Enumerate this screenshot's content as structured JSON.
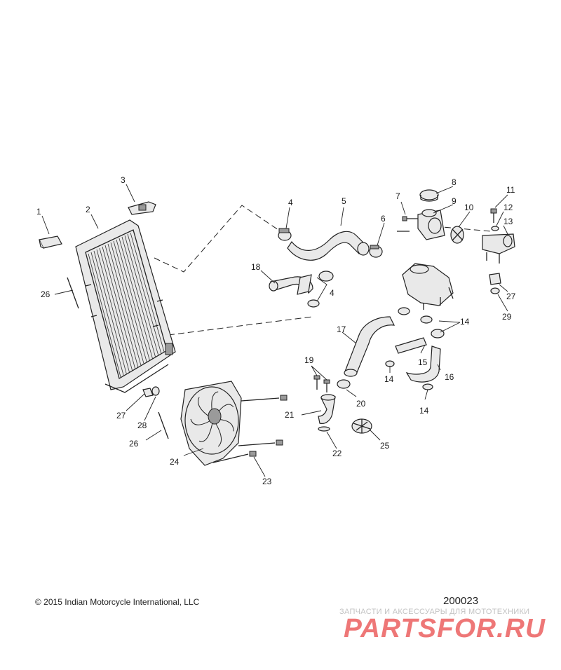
{
  "diagram": {
    "callouts": [
      {
        "id": "c1",
        "label": "1"
      },
      {
        "id": "c2",
        "label": "2"
      },
      {
        "id": "c3",
        "label": "3"
      },
      {
        "id": "c4a",
        "label": "4"
      },
      {
        "id": "c4b",
        "label": "4"
      },
      {
        "id": "c5",
        "label": "5"
      },
      {
        "id": "c6",
        "label": "6"
      },
      {
        "id": "c7",
        "label": "7"
      },
      {
        "id": "c8",
        "label": "8"
      },
      {
        "id": "c9",
        "label": "9"
      },
      {
        "id": "c10",
        "label": "10"
      },
      {
        "id": "c11",
        "label": "11"
      },
      {
        "id": "c12",
        "label": "12"
      },
      {
        "id": "c13",
        "label": "13"
      },
      {
        "id": "c14a",
        "label": "14"
      },
      {
        "id": "c14b",
        "label": "14"
      },
      {
        "id": "c14c",
        "label": "14"
      },
      {
        "id": "c15",
        "label": "15"
      },
      {
        "id": "c16",
        "label": "16"
      },
      {
        "id": "c17",
        "label": "17"
      },
      {
        "id": "c18",
        "label": "18"
      },
      {
        "id": "c19",
        "label": "19"
      },
      {
        "id": "c20",
        "label": "20"
      },
      {
        "id": "c21",
        "label": "21"
      },
      {
        "id": "c22",
        "label": "22"
      },
      {
        "id": "c23",
        "label": "23"
      },
      {
        "id": "c24",
        "label": "24"
      },
      {
        "id": "c25",
        "label": "25"
      },
      {
        "id": "c26a",
        "label": "26"
      },
      {
        "id": "c26b",
        "label": "26"
      },
      {
        "id": "c27a",
        "label": "27"
      },
      {
        "id": "c27b",
        "label": "27"
      },
      {
        "id": "c28",
        "label": "28"
      },
      {
        "id": "c29",
        "label": "29"
      }
    ]
  },
  "footer": {
    "copyright": "© 2015 Indian Motorcycle International, LLC",
    "diagram_number": "200023"
  },
  "watermark": {
    "tagline": "ЗАПЧАСТИ И АКСЕССУАРЫ ДЛЯ МОТОТЕХНИКИ",
    "logo_text": "PARTSFOR.RU",
    "color": "#e84a4a"
  }
}
